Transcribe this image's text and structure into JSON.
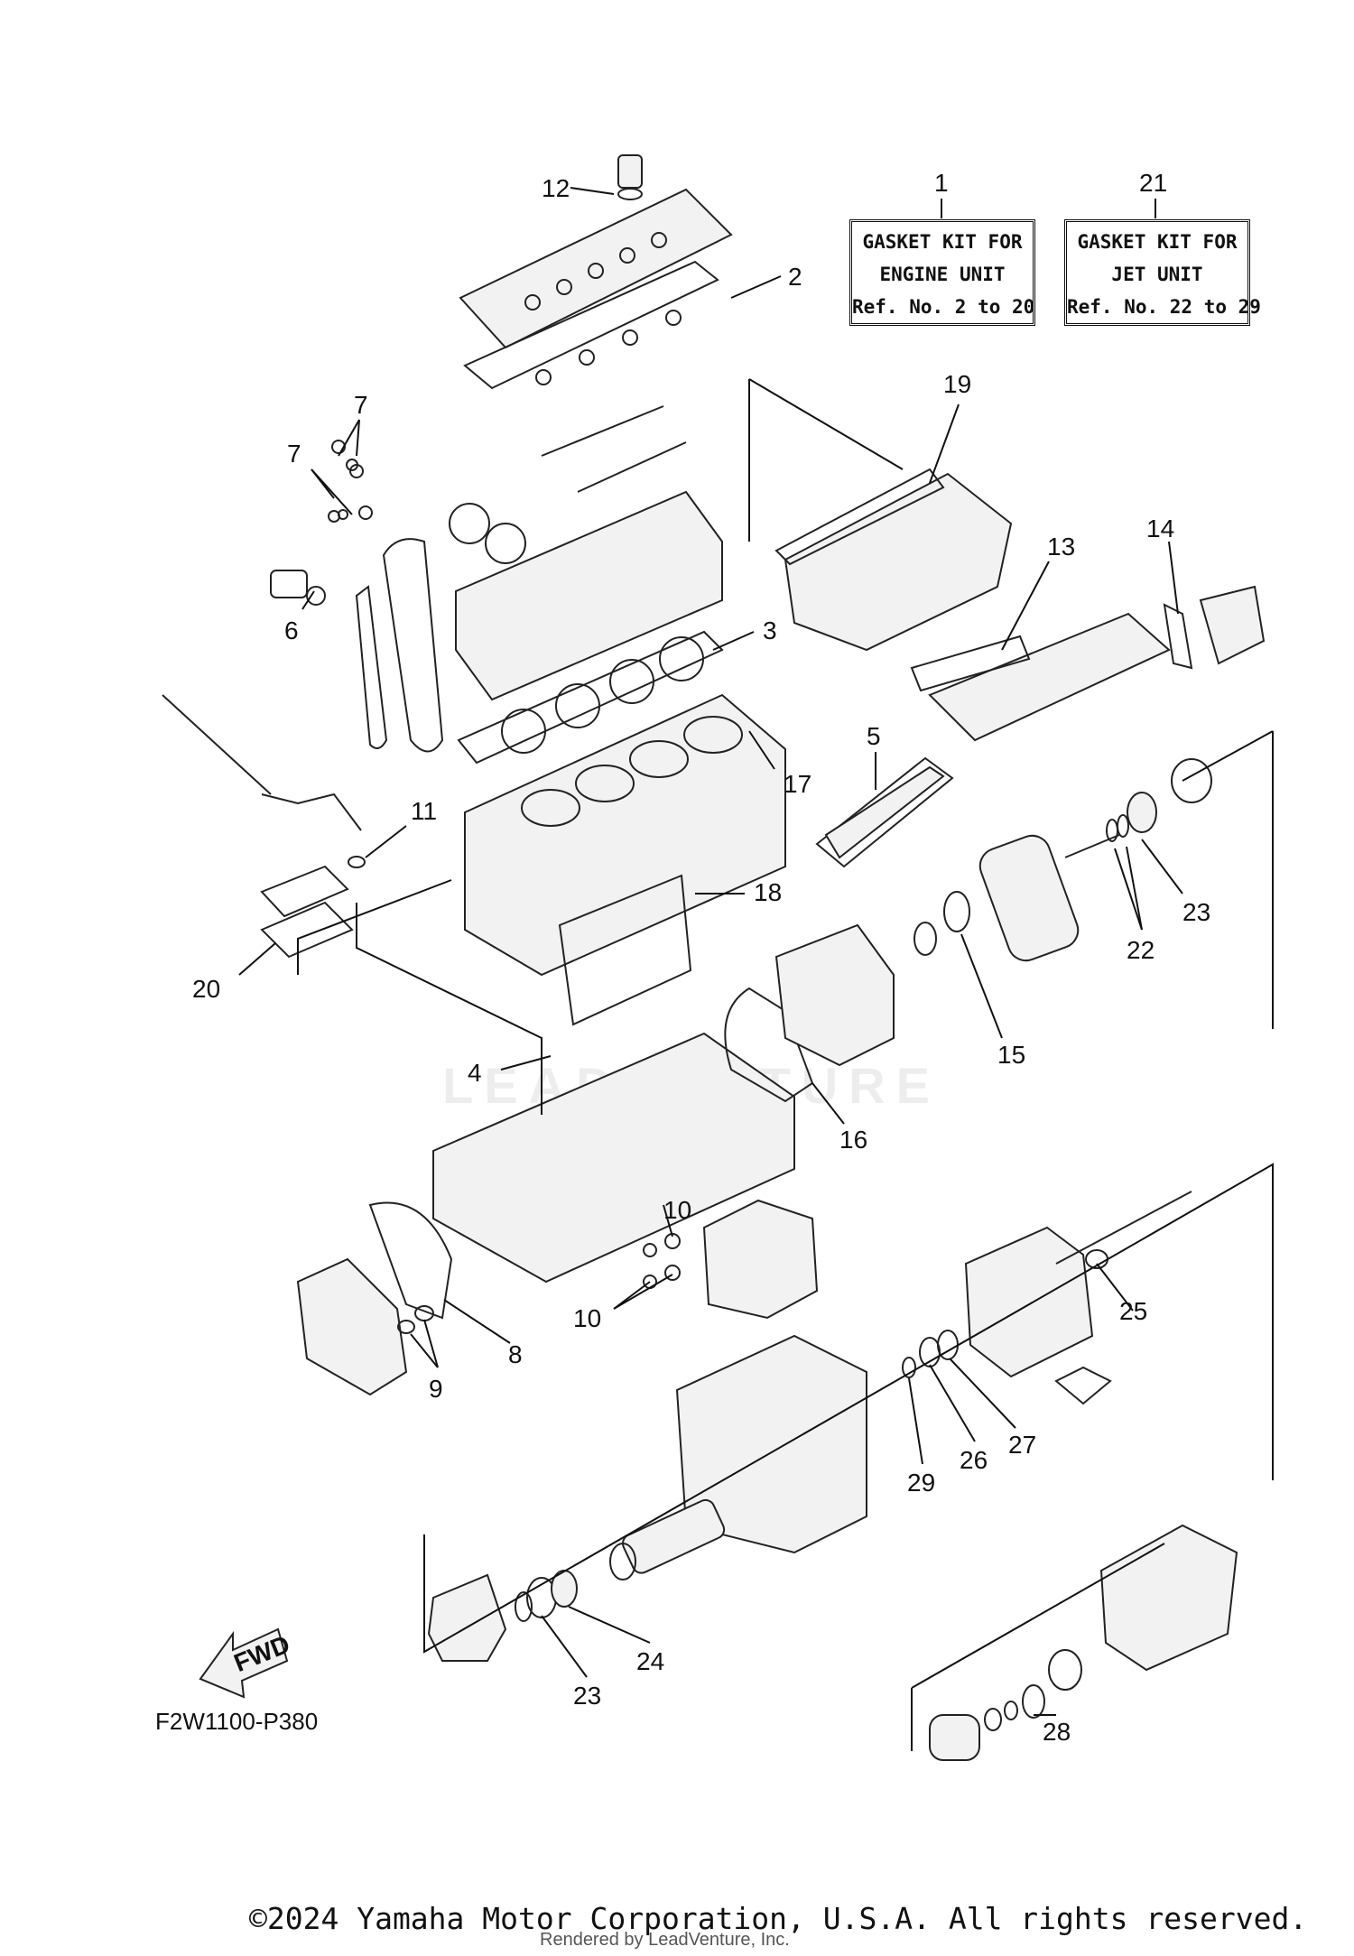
{
  "kits": [
    {
      "ref": "1",
      "lines": [
        "GASKET KIT FOR",
        "ENGINE UNIT",
        "Ref. No. 2 to 20"
      ]
    },
    {
      "ref": "21",
      "lines": [
        "GASKET KIT FOR",
        "JET UNIT",
        "Ref. No. 22 to 29"
      ]
    }
  ],
  "callouts": [
    "12",
    "2",
    "7",
    "7",
    "6",
    "19",
    "13",
    "14",
    "3",
    "17",
    "11",
    "5",
    "20",
    "18",
    "23",
    "22",
    "15",
    "4",
    "16",
    "10",
    "10",
    "8",
    "9",
    "25",
    "27",
    "26",
    "29",
    "24",
    "23",
    "28"
  ],
  "fwd_label": "FWD",
  "diagram_code": "F2W1100-P380",
  "copyright": "©2024 Yamaha Motor Corporation, U.S.A. All rights reserved.",
  "rendered_by": "Rendered by LeadVenture, Inc.",
  "watermark": "LEADVENTURE"
}
